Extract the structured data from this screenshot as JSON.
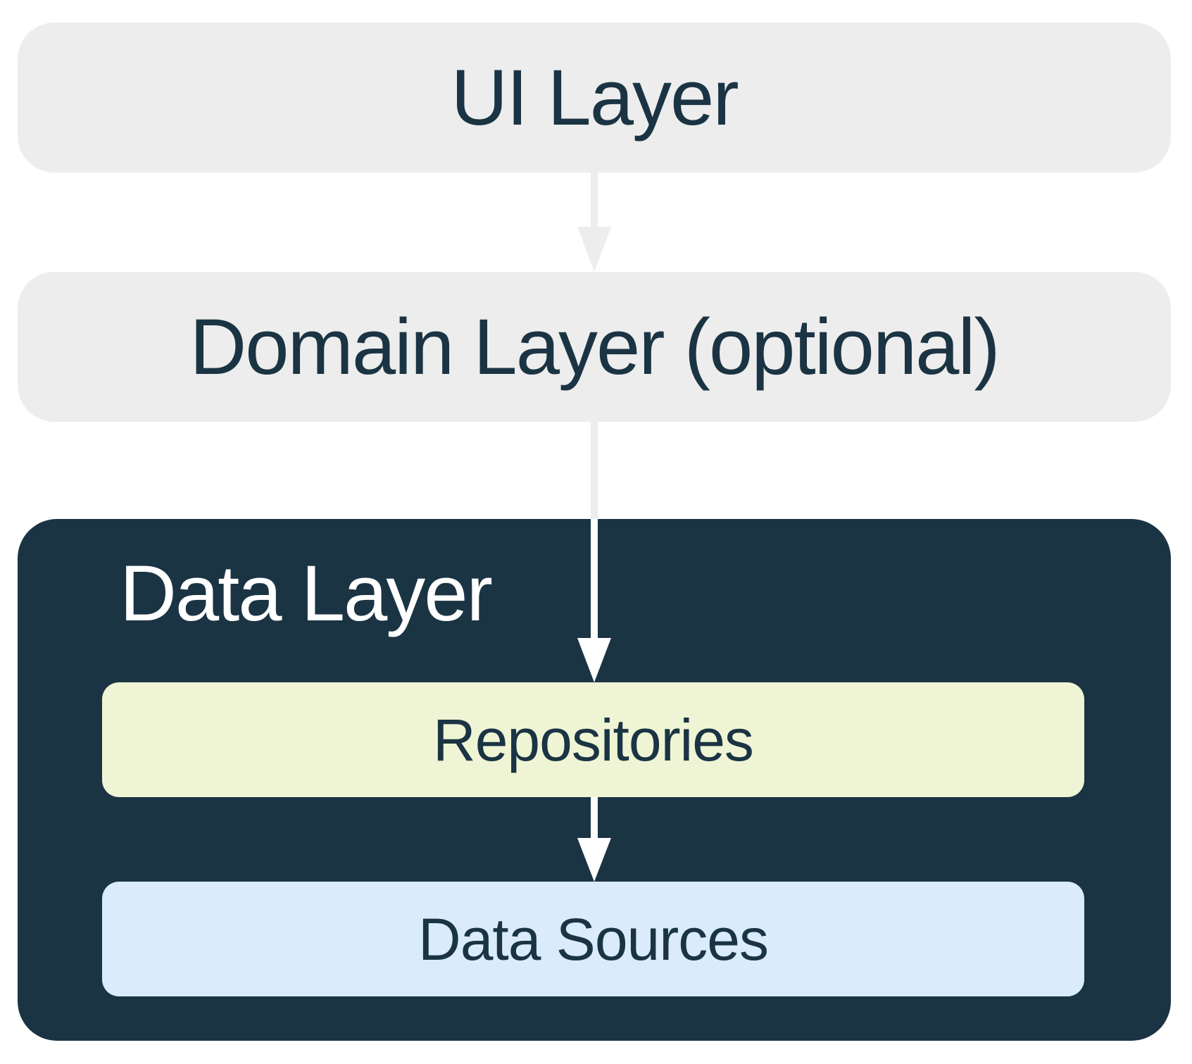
{
  "diagram": {
    "nodes": {
      "ui_layer": {
        "label": "UI Layer"
      },
      "domain_layer": {
        "label": "Domain Layer (optional)"
      },
      "data_layer": {
        "label": "Data Layer"
      },
      "repositories": {
        "label": "Repositories"
      },
      "data_sources": {
        "label": "Data Sources"
      }
    },
    "edges": [
      {
        "from": "UI Layer",
        "to": "Domain Layer (optional)"
      },
      {
        "from": "Domain Layer (optional)",
        "to": "Repositories"
      },
      {
        "from": "Repositories",
        "to": "Data Sources"
      }
    ]
  },
  "colors": {
    "canvas-bg": "#FFFFFF",
    "layer-gray": "#EDEDED",
    "navy": "#1B3444",
    "repositories-bg": "#EFF5D4",
    "data-sources-bg": "#DAECFB",
    "arrow-gray": "#EDEDED",
    "arrow-white": "#FFFFFF",
    "text-light": "#FFFFFF"
  }
}
